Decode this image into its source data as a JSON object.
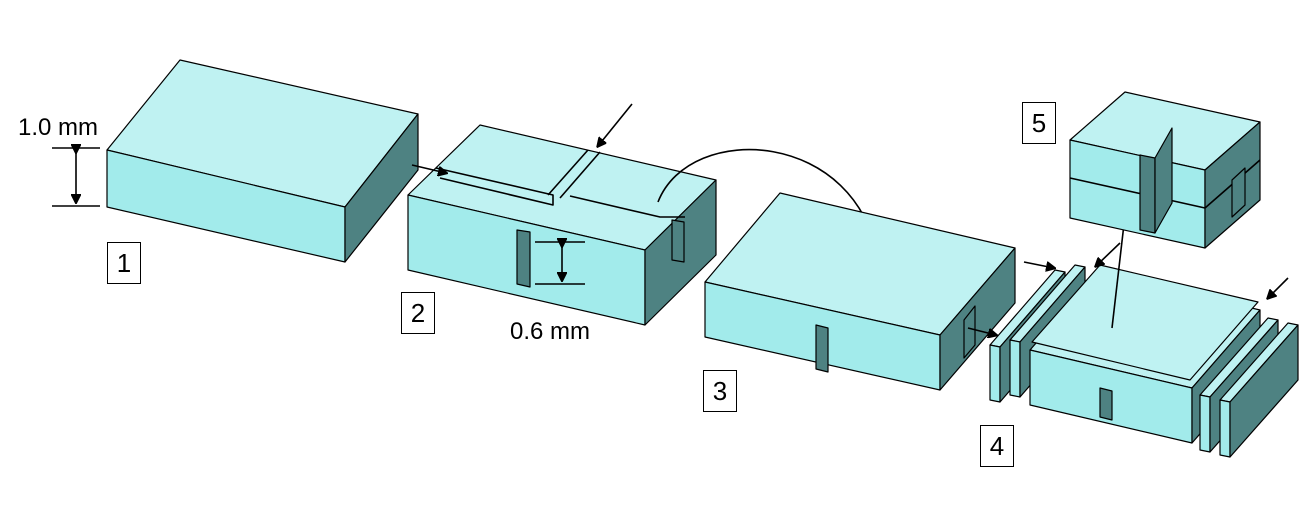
{
  "diagram": {
    "steps": [
      {
        "id": 1,
        "label": "1"
      },
      {
        "id": 2,
        "label": "2"
      },
      {
        "id": 3,
        "label": "3"
      },
      {
        "id": 4,
        "label": "4"
      },
      {
        "id": 5,
        "label": "5"
      }
    ],
    "dimensions": {
      "height_label": "1.0 mm",
      "slot_depth_label": "0.6 mm"
    },
    "colors": {
      "top_face": "#bff2f2",
      "front_face": "#a2ebeb",
      "side_face": "#4e8282",
      "outline": "#000000"
    }
  }
}
